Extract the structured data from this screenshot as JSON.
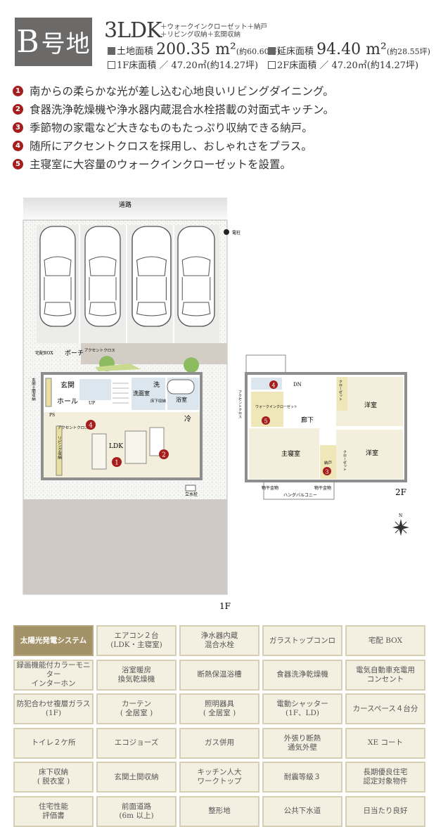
{
  "header": {
    "lot_letter": "B",
    "lot_suffix": "号地",
    "layout": "3LDK",
    "layout_extra_1": "＋ウォークインクローゼット＋納戸",
    "layout_extra_2": "＋リビング収納＋玄関収納",
    "land_area_label": "土地面積",
    "land_area_value": "200.35 m²",
    "land_area_tsubo": "(約60.60坪)",
    "floor_area_label": "延床面積",
    "floor_area_value": "94.40 m²",
    "floor_area_tsubo": "(約28.55坪)",
    "f1_area": "1F床面積 ／ 47.20㎡(約14.27坪)",
    "f2_area": "2F床面積 ／ 47.20㎡(約14.27坪)"
  },
  "features": [
    {
      "num": "1",
      "text": "南からの柔らかな光が差し込む心地良いリビングダイニング。"
    },
    {
      "num": "2",
      "text": "食器洗浄乾燥機や浄水器内蔵混合水栓搭載の対面式キッチン。"
    },
    {
      "num": "3",
      "text": "季節物の家電など大きなものもたっぷり収納できる納戸。"
    },
    {
      "num": "4",
      "text": "随所にアクセントクロスを採用し、おしゃれさをプラス。"
    },
    {
      "num": "5",
      "text": "主寝室に大容量のウォークインクローゼットを設置。"
    }
  ],
  "plan1f": {
    "road": "道路",
    "pole": "電柱",
    "porch": "ポーチ",
    "delivery_box": "宅配BOX",
    "accent_cross": "アクセントクロス",
    "entrance_storage": "玄関土間収納",
    "entrance": "玄関",
    "hall": "ホール",
    "up": "UP",
    "ps": "PS",
    "washroom": "洗面室",
    "wash": "洗",
    "underfloor": "床下収納",
    "bath": "浴室",
    "fridge": "冷",
    "ldk": "LDK",
    "living_storage": "リビング収納",
    "faucet": "立水栓",
    "label": "1F",
    "markers": [
      "1",
      "2",
      "4"
    ]
  },
  "plan2f": {
    "dn": "DN",
    "wic": "ウォークインクローゼット",
    "accent_cross": "アクセントクロス",
    "hall": "廊下",
    "closet": "クローゼット",
    "western_room": "洋室",
    "master": "主寝室",
    "storeroom": "納戸",
    "drying_hardware": "物干金物",
    "hanging_balcony": "ハングバルコニー",
    "label": "2F",
    "north": "N",
    "markers": [
      "3",
      "4",
      "5"
    ]
  },
  "equipment": [
    {
      "label": "太陽光発電システム",
      "highlight": true
    },
    {
      "label": "エアコン２台\n(LDK・主寝室)"
    },
    {
      "label": "浄水器内蔵\n混合水栓"
    },
    {
      "label": "ガラストップコンロ"
    },
    {
      "label": "宅配 BOX"
    },
    {
      "label": "録画機能付カラーモニター\nインターホン"
    },
    {
      "label": "浴室暖房\n換気乾燥機"
    },
    {
      "label": "断熱保温浴槽"
    },
    {
      "label": "食器洗浄乾燥機"
    },
    {
      "label": "電気自動車充電用\nコンセント"
    },
    {
      "label": "防犯合わせ複層ガラス\n(1F)"
    },
    {
      "label": "カーテン\n( 全居室 )"
    },
    {
      "label": "照明器具\n( 全居室 )"
    },
    {
      "label": "電動シャッター\n(1F、LD)"
    },
    {
      "label": "カースペース４台分"
    },
    {
      "label": "トイレ２ケ所"
    },
    {
      "label": "エコジョーズ"
    },
    {
      "label": "ガス併用"
    },
    {
      "label": "外張り断熱\n通気外壁"
    },
    {
      "label": "XE コート"
    },
    {
      "label": "床下収納\n( 脱衣室 )"
    },
    {
      "label": "玄関土間収納"
    },
    {
      "label": "キッチン人大\nワークトップ"
    },
    {
      "label": "耐震等級３"
    },
    {
      "label": "長期優良住宅\n認定対象物件"
    },
    {
      "label": "住宅性能\n評価書"
    },
    {
      "label": "前面道路\n(6m 以上)"
    },
    {
      "label": "整形地"
    },
    {
      "label": "公共下水道"
    },
    {
      "label": "日当たり良好"
    }
  ],
  "colors": {
    "accent_red": "#a51d1d",
    "lot_box": "#6b6a69",
    "highlight_cell": "#a39267",
    "cell_bg": "#f4f0e1"
  }
}
